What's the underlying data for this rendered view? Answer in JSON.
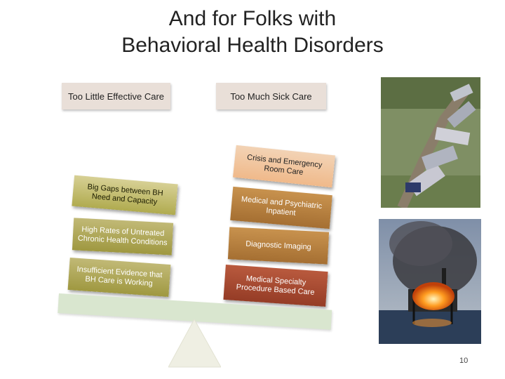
{
  "title": {
    "line1": "And for Folks with",
    "line2": "Behavioral Health Disorders"
  },
  "left_header": "Too Little Effective Care",
  "right_header": "Too Much Sick Care",
  "left_items": [
    "Big Gaps between BH Need and Capacity",
    "High Rates of Untreated Chronic Health Conditions",
    "Insufficient Evidence that BH Care is Working"
  ],
  "right_items": [
    "Crisis and Emergency Room Care",
    "Medical and Psychiatric Inpatient",
    "Diagnostic Imaging",
    "Medical Specialty Procedure Based Care"
  ],
  "icons": {
    "train_photo": "train-wreck-photo",
    "rig_photo": "oil-rig-fire-photo",
    "fulcrum": "triangle-fulcrum-icon"
  },
  "colors": {
    "header_bg": "#e9dfd8",
    "beam": "#d9e6cf",
    "fulcrum": "#efefe3"
  },
  "page_number": "10"
}
